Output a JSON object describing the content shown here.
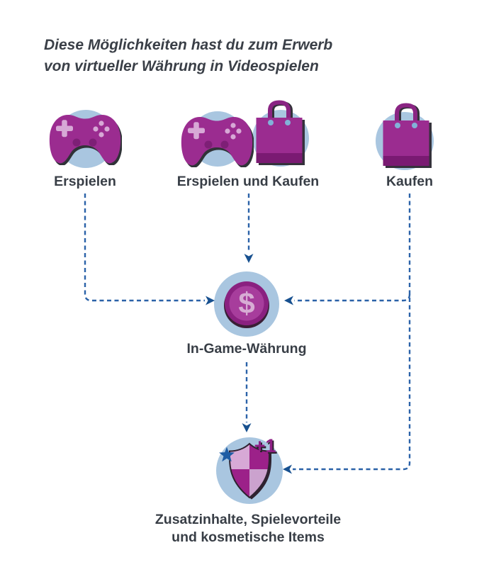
{
  "title": {
    "line1": "Diese Möglichkeiten hast du zum Erwerb",
    "line2": "von virtueller Währung in Videospielen"
  },
  "sources": [
    {
      "label": "Erspielen",
      "icons": [
        "game-controller-icon"
      ]
    },
    {
      "label": "Erspielen und Kaufen",
      "icons": [
        "game-controller-icon",
        "shopping-bag-icon"
      ]
    },
    {
      "label": "Kaufen",
      "icons": [
        "shopping-bag-icon"
      ]
    }
  ],
  "currency": {
    "label": "In-Game-Währung",
    "symbol": "$"
  },
  "reward": {
    "badge": "+1",
    "line1": "Zusatzinhalte, Spielevorteile",
    "line2": "und kosmetische Items"
  },
  "icons": {
    "controller": "game-controller-icon",
    "bag": "shopping-bag-icon",
    "coin": "coin-dollar-icon",
    "shield": "shield-icon",
    "star": "star-icon"
  },
  "colors": {
    "magenta": "#9B2C90",
    "magenta_dark": "#7A1A72",
    "pink_light": "#D7A9D6",
    "circle_blue": "#A9C6E0",
    "dash_blue": "#2B62A8",
    "arrowhead_blue": "#17508F",
    "star_blue": "#1D5CA4",
    "text_dark": "#383E46"
  }
}
